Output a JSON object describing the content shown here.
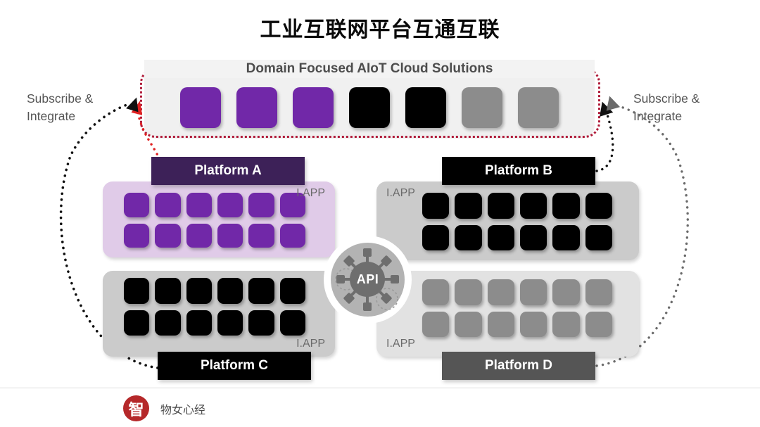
{
  "title": "工业互联网平台互通互联",
  "cloud": {
    "label": "Domain Focused AIoT Cloud Solutions",
    "border_color": "#b01c3a",
    "background": "#f0f0f0",
    "tiles": [
      {
        "name": "solution-tile-1",
        "color": "#7128a8"
      },
      {
        "name": "solution-tile-2",
        "color": "#7128a8"
      },
      {
        "name": "solution-tile-3",
        "color": "#7128a8"
      },
      {
        "name": "solution-tile-4",
        "color": "#000000"
      },
      {
        "name": "solution-tile-5",
        "color": "#000000"
      },
      {
        "name": "solution-tile-6",
        "color": "#8c8c8c"
      },
      {
        "name": "solution-tile-7",
        "color": "#8c8c8c"
      }
    ]
  },
  "captions": {
    "left": "Subscribe &\n Integrate",
    "right": "Subscribe &\n Integrate"
  },
  "api": {
    "label": "API",
    "disc_color": "#b3b3b3",
    "core_color": "#6e6e6e"
  },
  "platforms": [
    {
      "id": "a",
      "name": "Platform A",
      "bar_color": "#3d2158",
      "panel_color": "#e0cbe8",
      "tile_color": "#7128a8",
      "tile_count": 12,
      "iapp": "I.APP",
      "bar_position": "top",
      "iapp_position": "top-right"
    },
    {
      "id": "b",
      "name": "Platform B",
      "bar_color": "#000000",
      "panel_color": "#cbcbcb",
      "tile_color": "#000000",
      "tile_count": 12,
      "iapp": "I.APP",
      "bar_position": "top",
      "iapp_position": "top-left"
    },
    {
      "id": "c",
      "name": "Platform C",
      "bar_color": "#000000",
      "panel_color": "#cbcbcb",
      "tile_color": "#000000",
      "tile_count": 12,
      "iapp": "I.APP",
      "bar_position": "bottom",
      "iapp_position": "bottom-right"
    },
    {
      "id": "d",
      "name": "Platform D",
      "bar_color": "#555555",
      "panel_color": "#e2e2e2",
      "tile_color": "#8c8c8c",
      "tile_count": 12,
      "iapp": "I.APP",
      "bar_position": "bottom",
      "iapp_position": "bottom-left"
    }
  ],
  "connectors": [
    {
      "name": "arrow-platform-a-to-cloud",
      "color": "#e02020",
      "style": "dotted"
    },
    {
      "name": "arrow-platform-c-to-cloud",
      "color": "#111111",
      "style": "dotted"
    },
    {
      "name": "arrow-platform-b-to-cloud",
      "color": "#111111",
      "style": "dotted"
    },
    {
      "name": "arrow-platform-d-to-cloud",
      "color": "#6b6b6b",
      "style": "dotted"
    }
  ],
  "footer": {
    "logo_glyph": "智",
    "logo_color": "#b5282a",
    "brand": "物女心经"
  }
}
